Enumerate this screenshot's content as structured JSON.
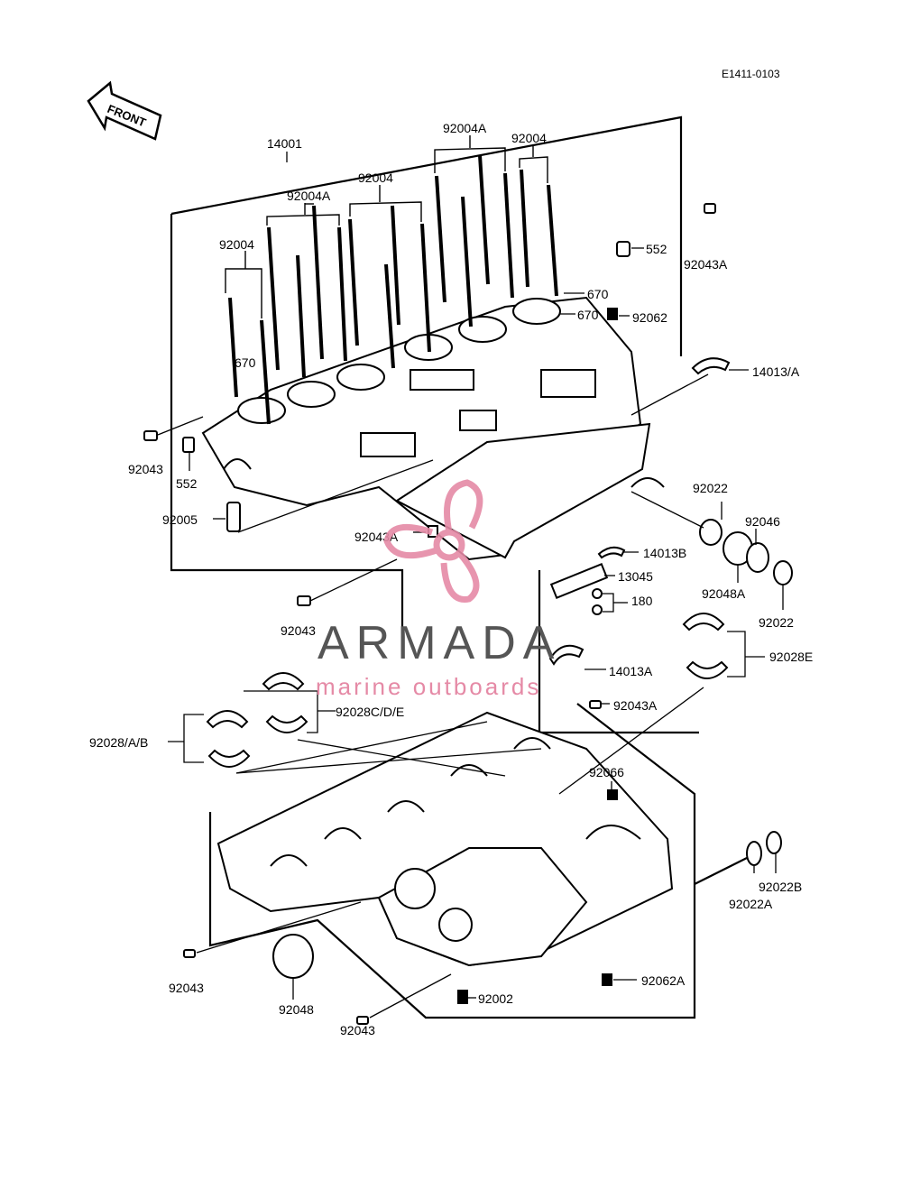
{
  "diagram_code": "E1411-0103",
  "front_label": "FRONT",
  "watermark": {
    "brand": "ARMADA",
    "tagline": "marine outboards",
    "brand_color": "#555555",
    "accent_color": "#e58aa6"
  },
  "colors": {
    "ink": "#000000",
    "background": "#ffffff"
  },
  "labels": {
    "l14001": "14001",
    "l92004A_top": "92004A",
    "l92004_top": "92004",
    "l92004_mid": "92004",
    "l92004A_mid": "92004A",
    "l92004_left": "92004",
    "l552_top": "552",
    "l92043A_top": "92043A",
    "l670_a": "670",
    "l670_b": "670",
    "l92062": "92062",
    "l670_left": "670",
    "l14013A_top": "14013/A",
    "l92043_left": "92043",
    "l552_left": "552",
    "l92005": "92005",
    "l92043A_mid": "92043A",
    "l92022_a": "92022",
    "l92046": "92046",
    "l14013B": "14013B",
    "l13045": "13045",
    "l180": "180",
    "l92048A": "92048A",
    "l92022_b": "92022",
    "l92043_mid": "92043",
    "l92028E": "92028E",
    "l14013A_mid": "14013A",
    "l92028CDE": "92028C/D/E",
    "l92043A_low": "92043A",
    "l92028AB": "92028/A/B",
    "l92066": "92066",
    "l92022B": "92022B",
    "l92022A": "92022A",
    "l92043_low1": "92043",
    "l92048": "92048",
    "l92062A": "92062A",
    "l92002": "92002",
    "l92043_low2": "92043"
  }
}
